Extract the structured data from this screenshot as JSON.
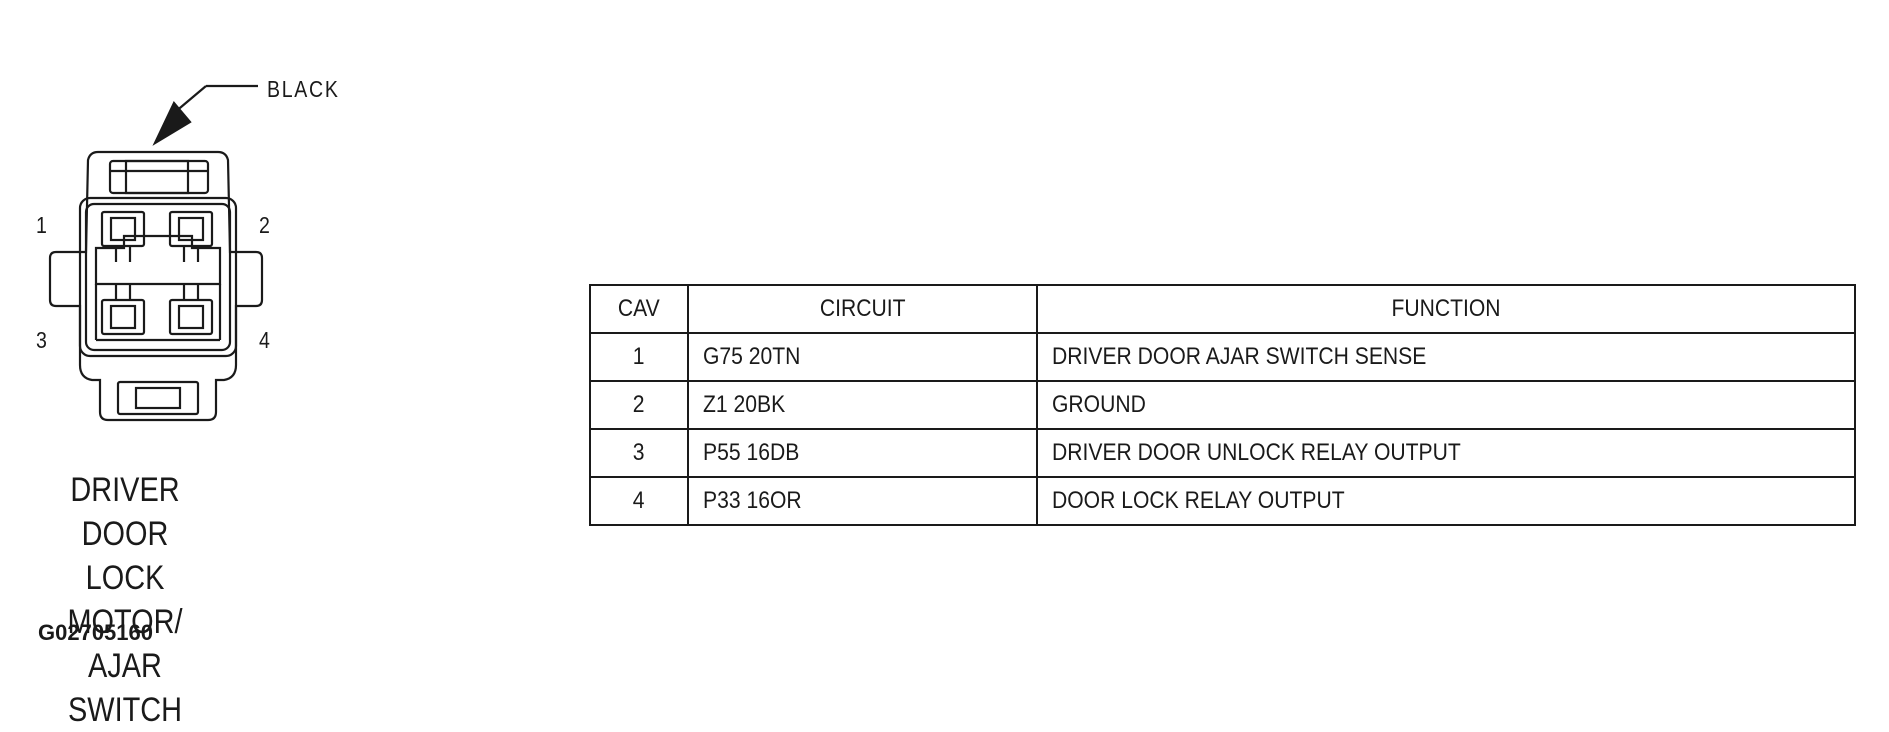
{
  "connector": {
    "color": "BLACK",
    "pins": [
      "1",
      "2",
      "3",
      "4"
    ],
    "name_lines": [
      "DRIVER DOOR",
      "LOCK MOTOR/",
      "AJAR SWITCH"
    ],
    "figure_code": "G02705160"
  },
  "pinout_table": {
    "headers": {
      "cav": "CAV",
      "circuit": "CIRCUIT",
      "function": "FUNCTION"
    },
    "rows": [
      {
        "cav": "1",
        "circuit": "G75 20TN",
        "function": "DRIVER DOOR AJAR SWITCH SENSE"
      },
      {
        "cav": "2",
        "circuit": "Z1 20BK",
        "function": "GROUND"
      },
      {
        "cav": "3",
        "circuit": "P55 16DB",
        "function": "DRIVER DOOR UNLOCK RELAY OUTPUT"
      },
      {
        "cav": "4",
        "circuit": "P33 16OR",
        "function": "DOOR LOCK RELAY OUTPUT"
      }
    ]
  },
  "colors": {
    "line": "#1a1a1a",
    "background": "#ffffff"
  }
}
